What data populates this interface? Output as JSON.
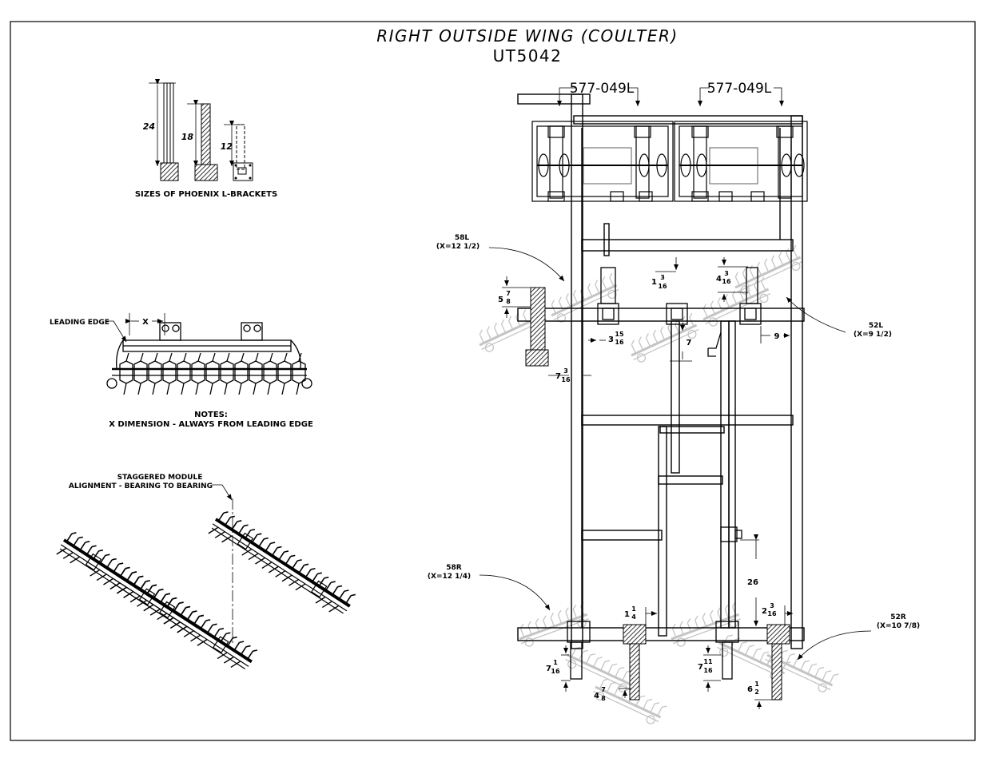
{
  "title": "RIGHT OUTSIDE WING (COULTER)",
  "model": "UT5042",
  "brackets": {
    "sizes": [
      "24",
      "18",
      "12"
    ],
    "caption": "SIZES OF PHOENIX L-BRACKETS"
  },
  "leading_edge": {
    "label": "LEADING EDGE",
    "x_label": "X",
    "notes_heading": "NOTES:",
    "notes_text": "X DIMENSION - ALWAYS FROM LEADING EDGE"
  },
  "staggered": {
    "line1": "STAGGERED MODULE",
    "line2": "ALIGNMENT - BEARING TO BEARING"
  },
  "part_numbers": [
    "577-049L",
    "577-049L"
  ],
  "positions": {
    "p58L": {
      "id": "58L",
      "x": "(X=12 1/2)"
    },
    "p52L": {
      "id": "52L",
      "x": "(X=9 1/2)"
    },
    "p58R": {
      "id": "58R",
      "x": "(X=12 1/4)"
    },
    "p52R": {
      "id": "52R",
      "x": "(X=10 7/8)"
    }
  },
  "dimensions": {
    "d5_7_8": {
      "whole": "5",
      "num": "7",
      "den": "8"
    },
    "d1_3_16": {
      "whole": "1",
      "num": "3",
      "den": "16"
    },
    "d4_3_16": {
      "whole": "4",
      "num": "3",
      "den": "16"
    },
    "d3_15_16": {
      "whole": "3",
      "num": "15",
      "den": "16"
    },
    "d7": "7",
    "d9": "9",
    "d7_3_16": {
      "whole": "7",
      "num": "3",
      "den": "16"
    },
    "d26": "26",
    "d1_1_4": {
      "whole": "1",
      "num": "1",
      "den": "4"
    },
    "d2_3_16": {
      "whole": "2",
      "num": "3",
      "den": "16"
    },
    "d7_1_16": {
      "whole": "7",
      "num": "1",
      "den": "16"
    },
    "d4_7_8": {
      "whole": "4",
      "num": "7",
      "den": "8"
    },
    "d7_11_16": {
      "whole": "7",
      "num": "11",
      "den": "16"
    },
    "d6_1_2": {
      "whole": "6",
      "num": "1",
      "den": "2"
    }
  }
}
